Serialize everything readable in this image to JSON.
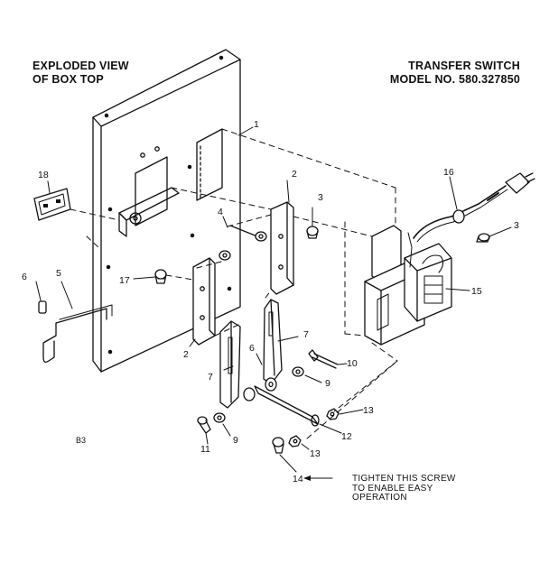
{
  "header_left": {
    "line1": "EXPLODED VIEW",
    "line2": "OF BOX TOP"
  },
  "header_right": {
    "line1": "TRANSFER SWITCH",
    "line2": "MODEL NO. 580.327850"
  },
  "note": {
    "line1": "TIGHTEN THIS SCREW",
    "line2": "TO ENABLE EASY",
    "line3": "OPERATION"
  },
  "code": "B3",
  "callouts": {
    "c1": "1",
    "c2a": "2",
    "c2b": "2",
    "c3a": "3",
    "c3b": "3",
    "c4": "4",
    "c5": "5",
    "c6a": "6",
    "c6b": "6",
    "c7a": "7",
    "c7b": "7",
    "c9a": "9",
    "c9b": "9",
    "c10": "10",
    "c11": "11",
    "c12": "12",
    "c13a": "13",
    "c13b": "13",
    "c14": "14",
    "c15": "15",
    "c16": "16",
    "c17": "17",
    "c18": "18"
  }
}
